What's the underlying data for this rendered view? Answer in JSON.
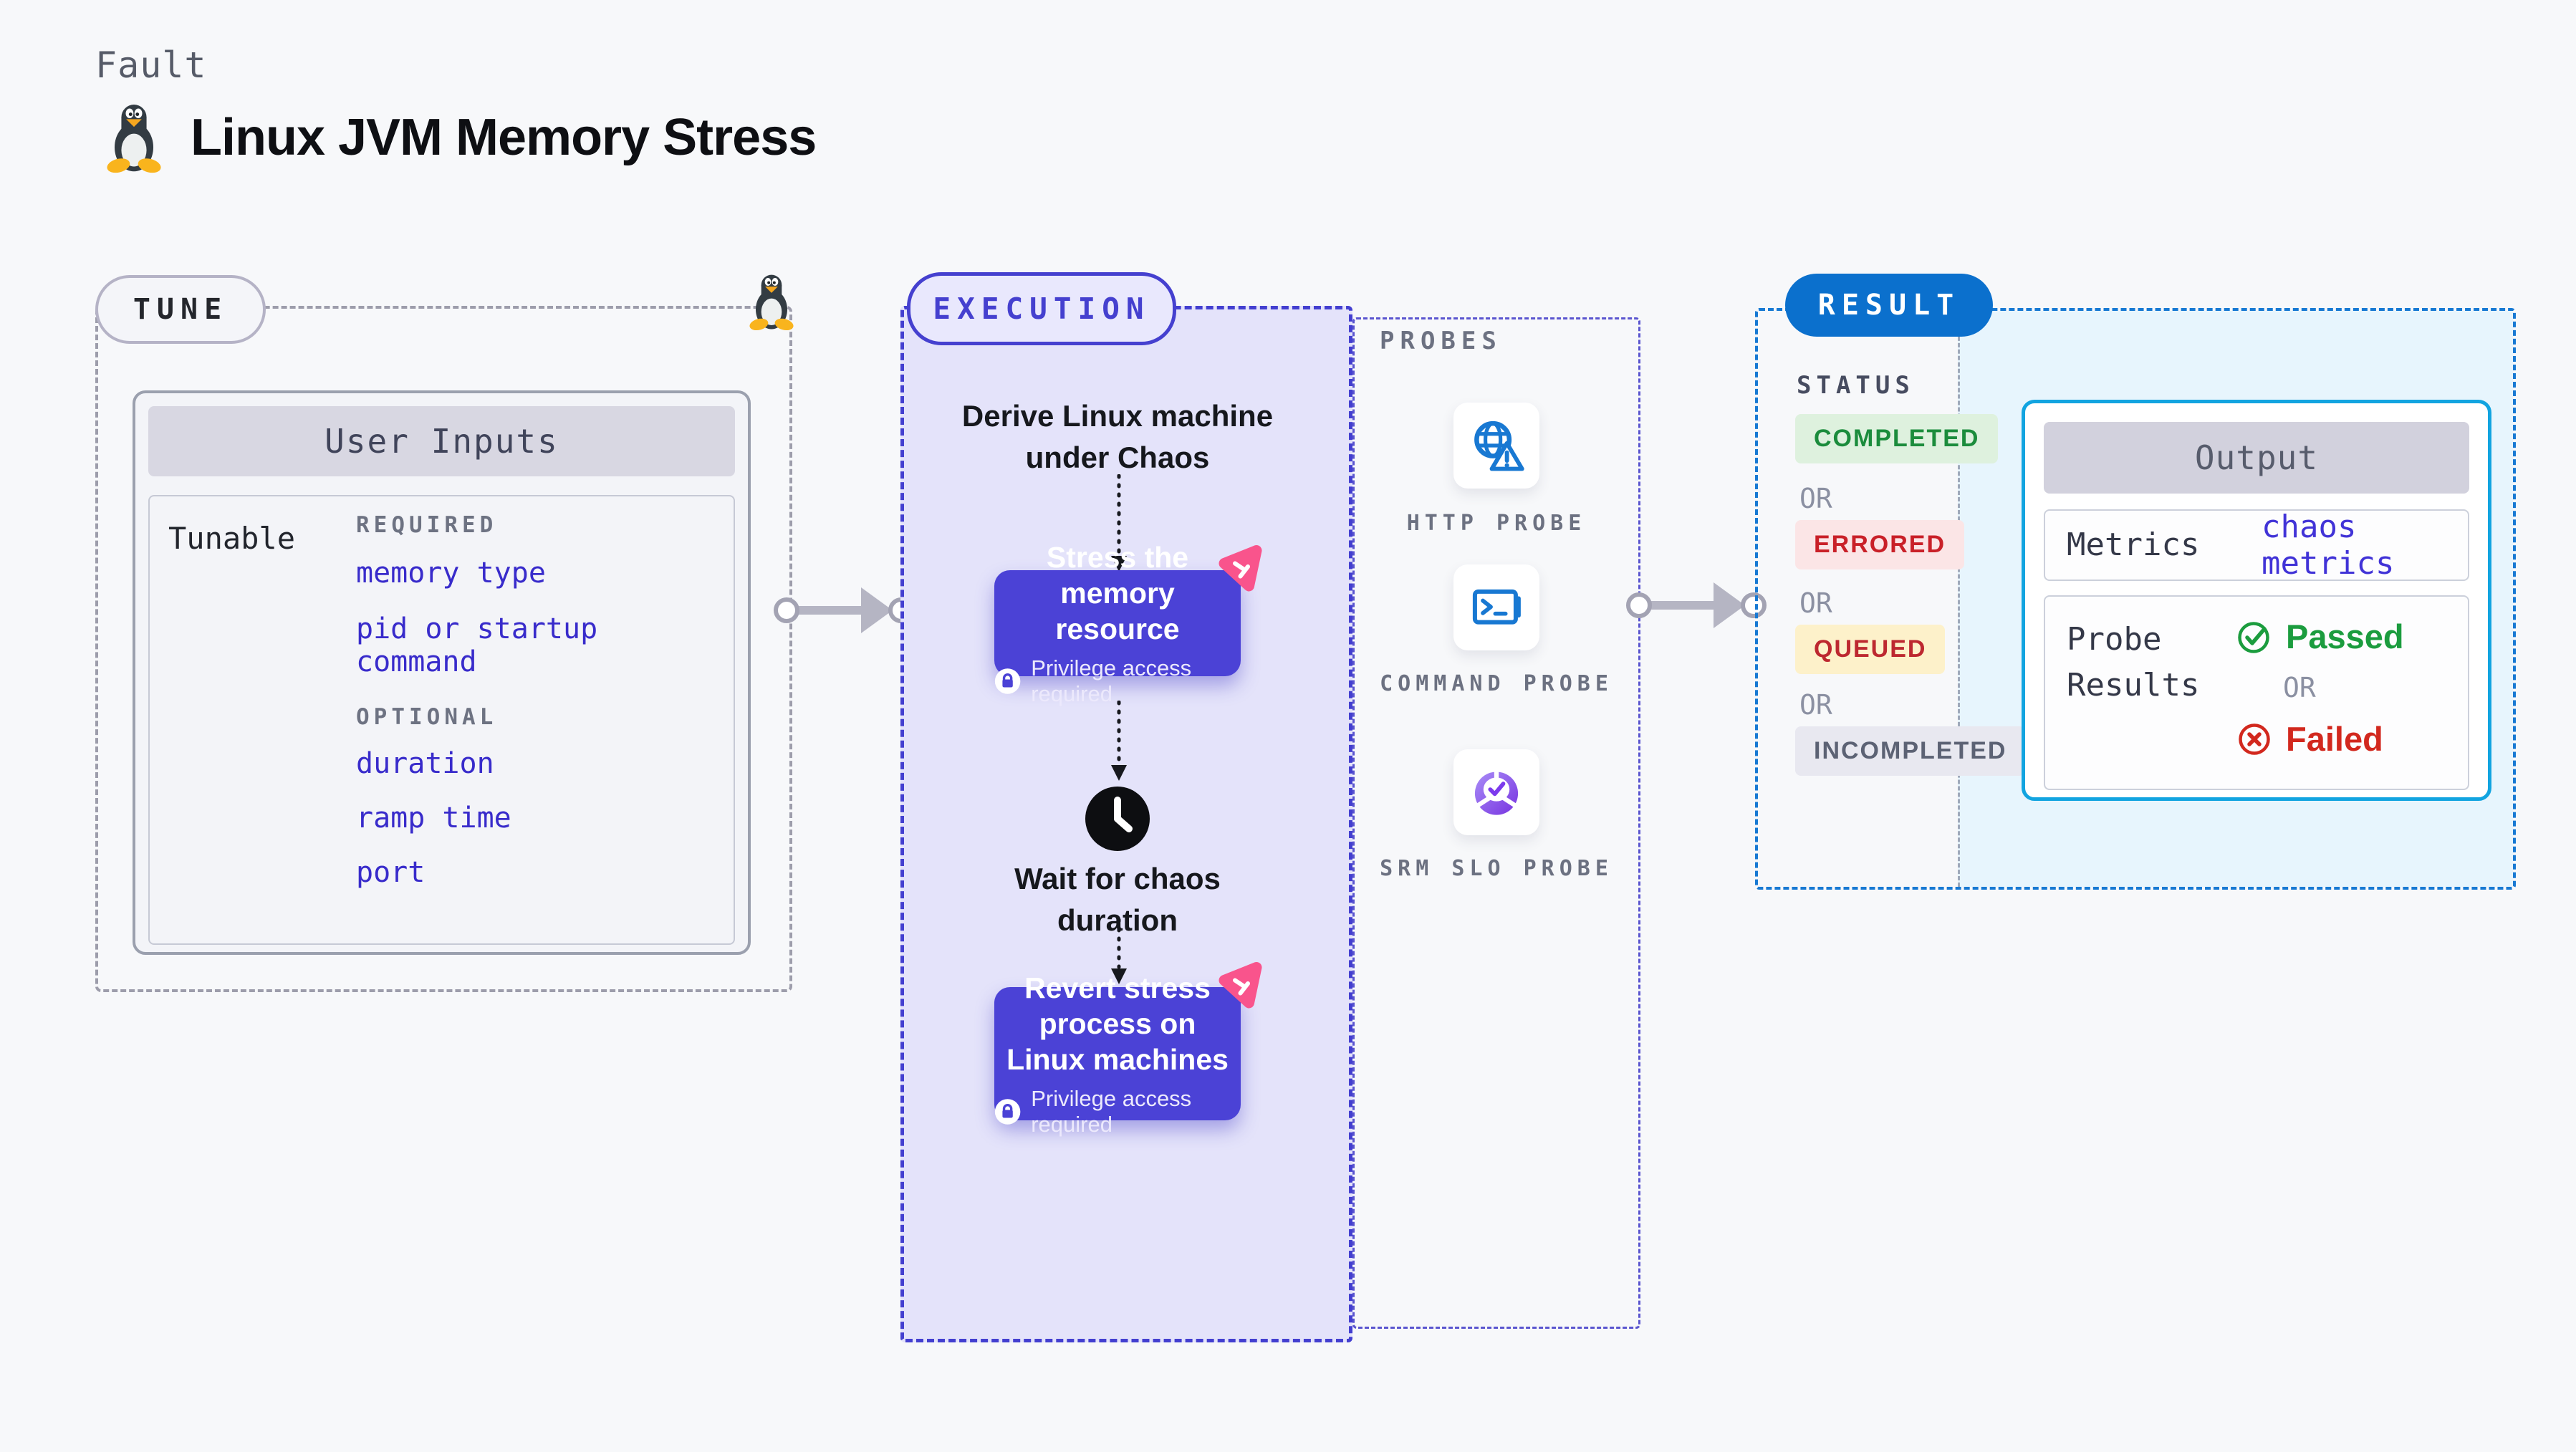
{
  "header": {
    "eyebrow": "Fault",
    "title": "Linux JVM Memory Stress"
  },
  "tune": {
    "badge": "TUNE",
    "card": {
      "header": "User Inputs",
      "row_label": "Tunable",
      "required_label": "REQUIRED",
      "required_params": [
        "memory type",
        "pid or startup command"
      ],
      "optional_label": "OPTIONAL",
      "optional_params": [
        "duration",
        "ramp time",
        "port"
      ]
    }
  },
  "execution": {
    "badge": "EXECUTION",
    "derive_step": "Derive Linux machine under Chaos",
    "stress_step": "Stress the memory resource",
    "wait_step": "Wait for chaos duration",
    "revert_step": "Revert stress process on Linux machines",
    "privilege_note": "Privilege access required"
  },
  "probes": {
    "label": "PROBES",
    "items": [
      {
        "icon": "globe-warning-icon",
        "label": "HTTP PROBE"
      },
      {
        "icon": "terminal-icon",
        "label": "COMMAND PROBE"
      },
      {
        "icon": "slo-gauge-icon",
        "label": "SRM SLO PROBE"
      }
    ]
  },
  "result": {
    "badge": "RESULT",
    "status_label": "STATUS",
    "or_label": "OR",
    "statuses": [
      "COMPLETED",
      "ERRORED",
      "QUEUED",
      "INCOMPLETED"
    ],
    "output": {
      "header": "Output",
      "metrics_label": "Metrics",
      "metrics_value": "chaos metrics",
      "probe_results_label": "Probe Results",
      "passed_label": "Passed",
      "failed_label": "Failed"
    }
  },
  "colors": {
    "accent_indigo": "#4b42d6",
    "execution_fill": "#e4e3fa",
    "result_blue": "#0b70cd",
    "output_border": "#12a4e0",
    "chaos_pink": "#f9548c",
    "passed_green": "#1b9c3e",
    "failed_red": "#d2281e",
    "probe_icon_blue": "#1878d2",
    "srm_purple": "#7c3aed",
    "completed_green": "#1b8c3c",
    "errored_red": "#c92028",
    "queued_amber_bg": "#fdf1ca"
  }
}
